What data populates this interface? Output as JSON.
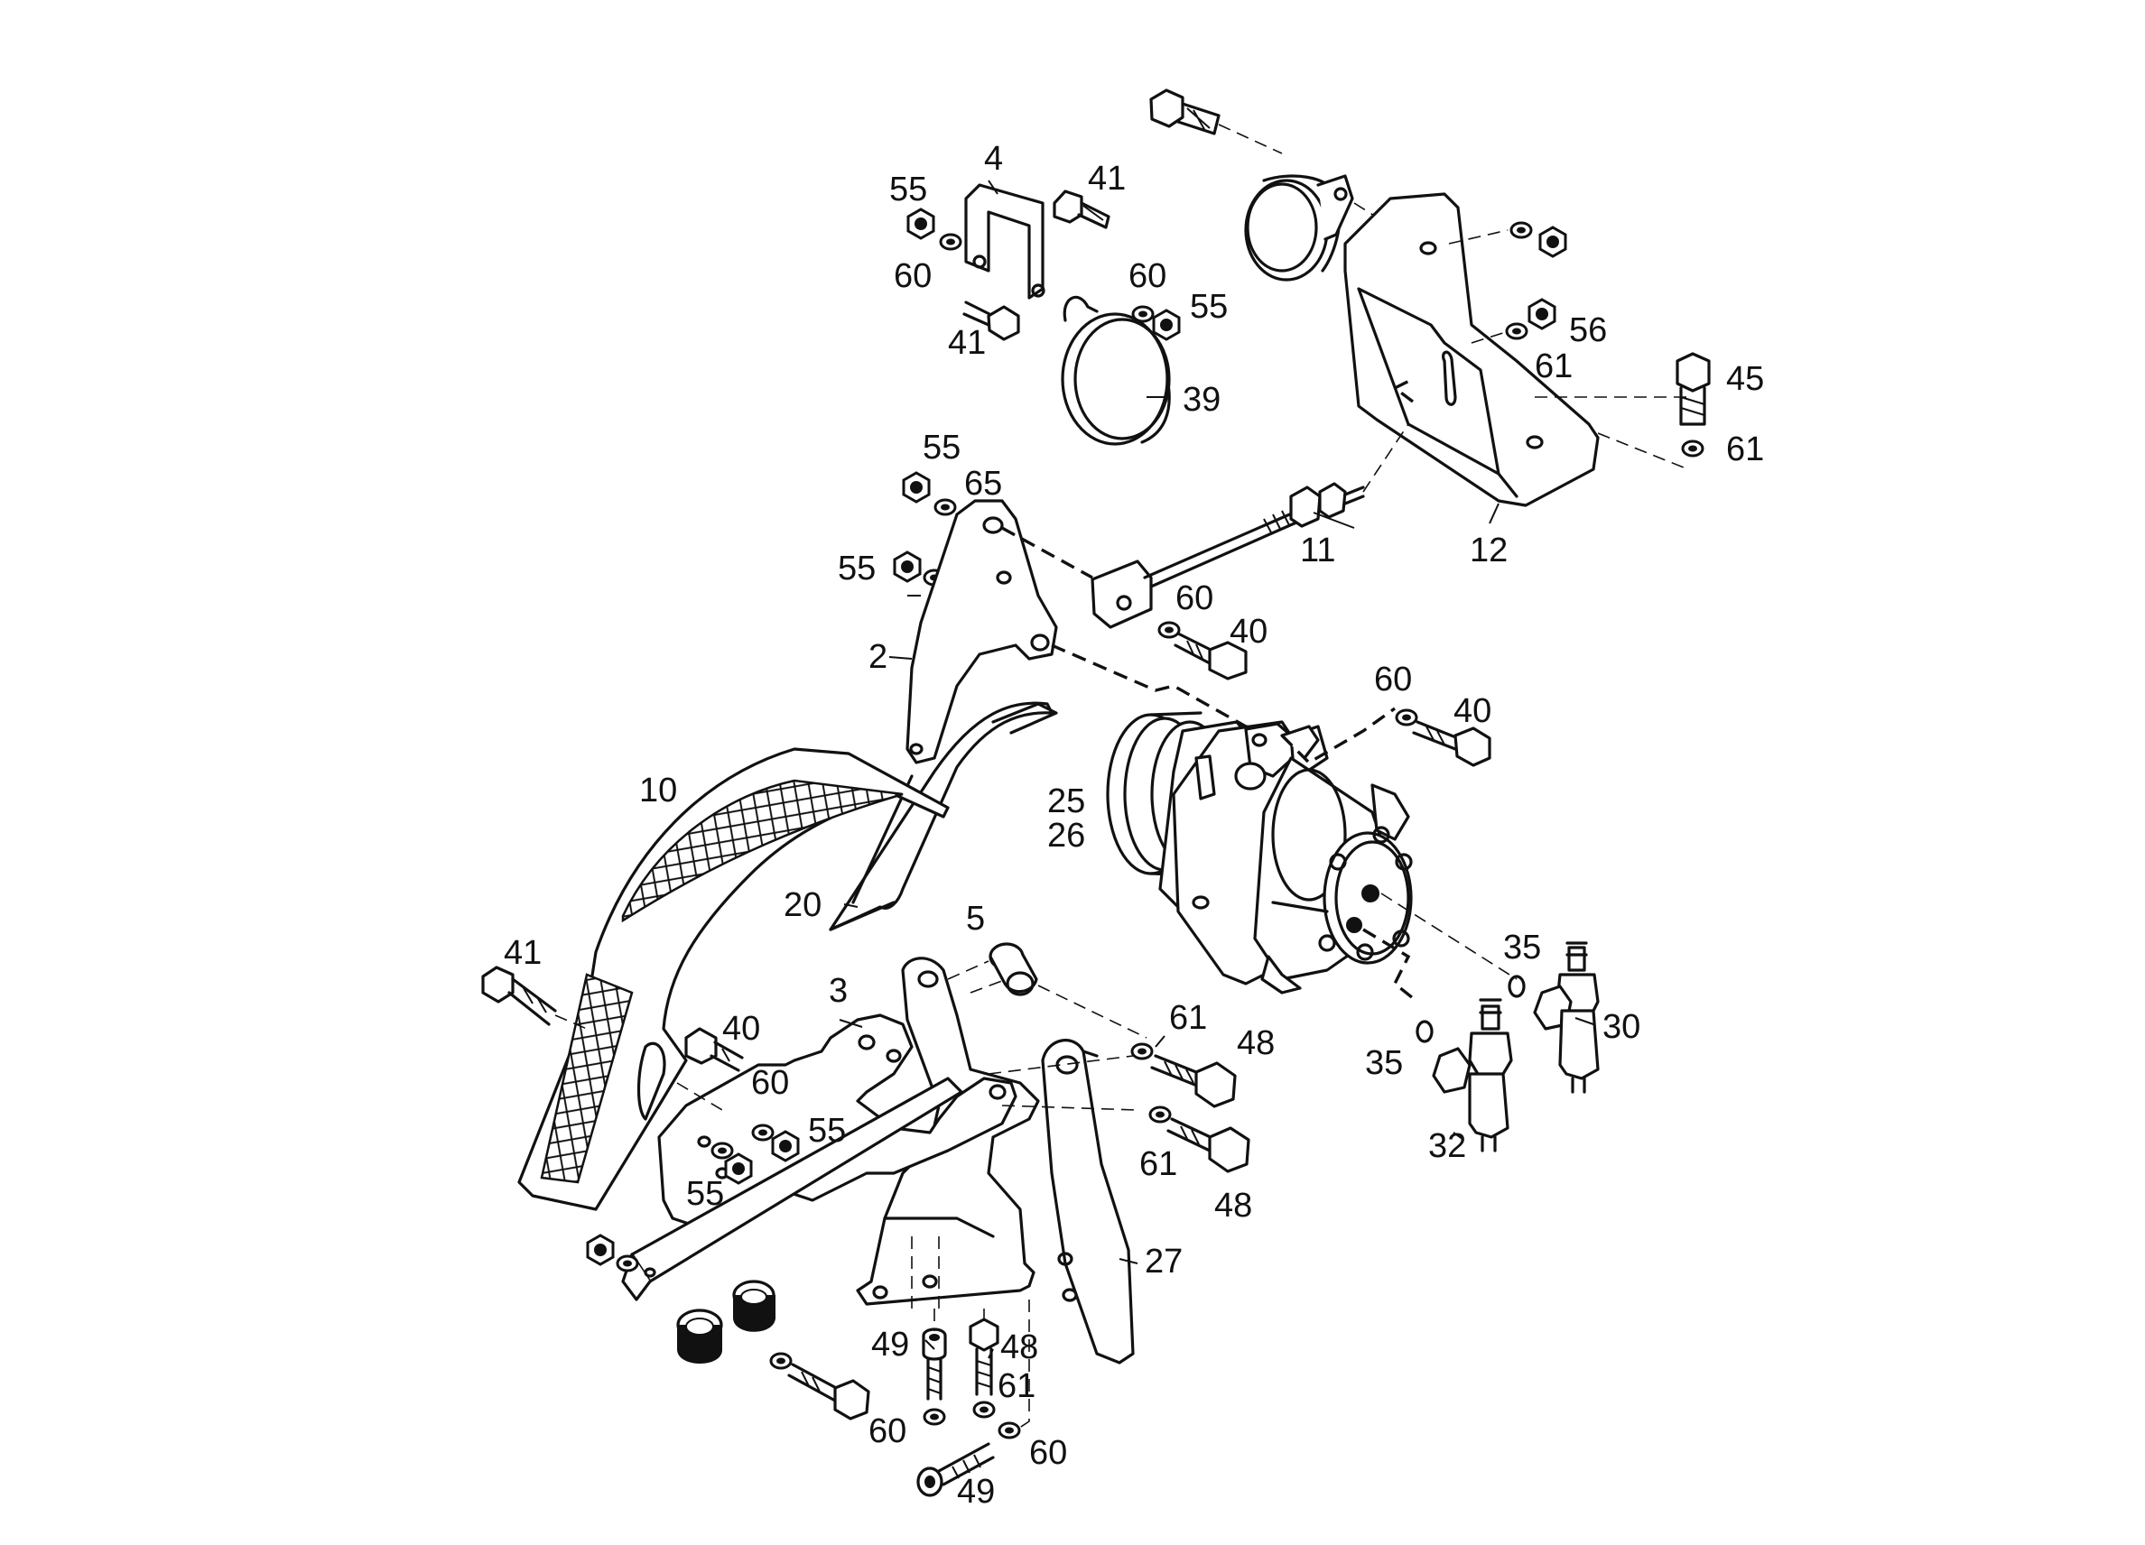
{
  "diagram": {
    "callouts": [
      {
        "id": "c55a",
        "text": "55"
      },
      {
        "id": "c4",
        "text": "4"
      },
      {
        "id": "c41a",
        "text": "41"
      },
      {
        "id": "c60a",
        "text": "60"
      },
      {
        "id": "c41b",
        "text": "41"
      },
      {
        "id": "c60b",
        "text": "60"
      },
      {
        "id": "c55b",
        "text": "55"
      },
      {
        "id": "c39",
        "text": "39"
      },
      {
        "id": "c56",
        "text": "56"
      },
      {
        "id": "c61a",
        "text": "61"
      },
      {
        "id": "c45",
        "text": "45"
      },
      {
        "id": "c61b",
        "text": "61"
      },
      {
        "id": "c55c",
        "text": "55"
      },
      {
        "id": "c65",
        "text": "65"
      },
      {
        "id": "c55d",
        "text": "55"
      },
      {
        "id": "c11",
        "text": "11"
      },
      {
        "id": "c12",
        "text": "12"
      },
      {
        "id": "c60c",
        "text": "60"
      },
      {
        "id": "c40a",
        "text": "40"
      },
      {
        "id": "c2",
        "text": "2"
      },
      {
        "id": "c60d",
        "text": "60"
      },
      {
        "id": "c40b",
        "text": "40"
      },
      {
        "id": "c10",
        "text": "10"
      },
      {
        "id": "c25",
        "text": "25"
      },
      {
        "id": "c26",
        "text": "26"
      },
      {
        "id": "c20",
        "text": "20"
      },
      {
        "id": "c5",
        "text": "5"
      },
      {
        "id": "c35a",
        "text": "35"
      },
      {
        "id": "c41c",
        "text": "41"
      },
      {
        "id": "c3",
        "text": "3"
      },
      {
        "id": "c30",
        "text": "30"
      },
      {
        "id": "c40c",
        "text": "40"
      },
      {
        "id": "c61c",
        "text": "61"
      },
      {
        "id": "c48a",
        "text": "48"
      },
      {
        "id": "c35b",
        "text": "35"
      },
      {
        "id": "c60e",
        "text": "60"
      },
      {
        "id": "c55e",
        "text": "55"
      },
      {
        "id": "c32",
        "text": "32"
      },
      {
        "id": "c61d",
        "text": "61"
      },
      {
        "id": "c55f",
        "text": "55"
      },
      {
        "id": "c48b",
        "text": "48"
      },
      {
        "id": "c27",
        "text": "27"
      },
      {
        "id": "c49a",
        "text": "49"
      },
      {
        "id": "c48c",
        "text": "48"
      },
      {
        "id": "c61e",
        "text": "61"
      },
      {
        "id": "c60f",
        "text": "60"
      },
      {
        "id": "c60g",
        "text": "60"
      },
      {
        "id": "c49b",
        "text": "49"
      }
    ]
  }
}
